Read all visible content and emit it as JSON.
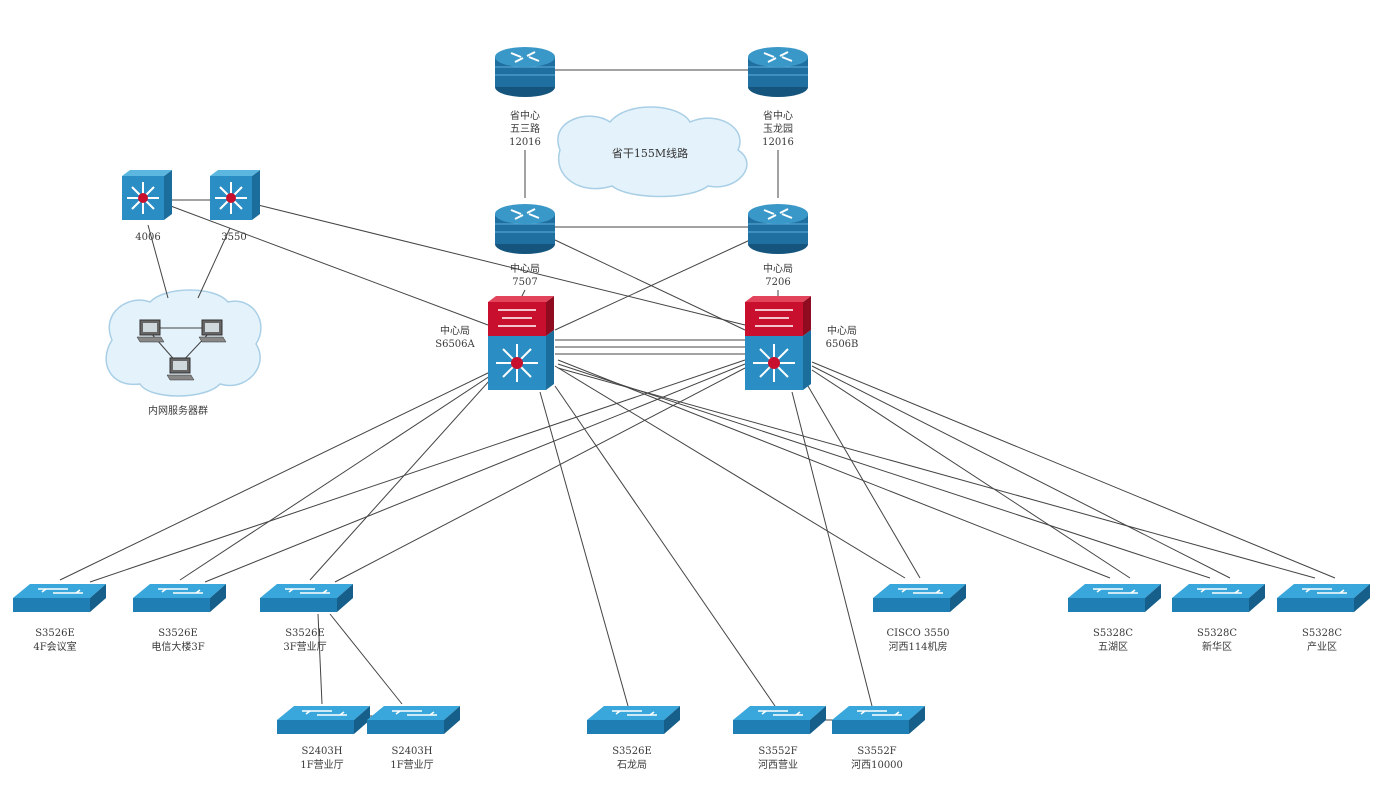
{
  "cloud_backbone": {
    "label": "省干155M线路"
  },
  "cloud_lan": {
    "label": "内网服务器群"
  },
  "colors": {
    "router_body": "#1f6fa0",
    "router_top": "#3a98c8",
    "switch_top": "#2d9bd1",
    "switch_side": "#1b6e9b",
    "core_red": "#c8102e",
    "core_blue": "#2a8ec4",
    "cloud_fill": "#e4f2fb",
    "cloud_stroke": "#a9cfe6",
    "link": "#444444"
  },
  "nodes": {
    "r_top_left": {
      "icon": "router-icon",
      "lines": [
        "省中心",
        "五三路",
        "12016"
      ]
    },
    "r_top_right": {
      "icon": "router-icon",
      "lines": [
        "省中心",
        "玉龙园",
        "12016"
      ]
    },
    "r_mid_left": {
      "icon": "router-icon",
      "lines": [
        "中心局",
        "7507"
      ]
    },
    "r_mid_right": {
      "icon": "router-icon",
      "lines": [
        "中心局",
        "7206"
      ]
    },
    "core_a": {
      "icon": "core-switch-icon",
      "lines": [
        "中心局",
        "S6506A"
      ]
    },
    "core_b": {
      "icon": "core-switch-icon",
      "lines": [
        "中心局",
        "6506B"
      ]
    },
    "l3_left": {
      "icon": "l3-switch-icon",
      "lines": [
        "4006"
      ]
    },
    "l3_right": {
      "icon": "l3-switch-icon",
      "lines": [
        "3550"
      ]
    },
    "sw_4f": {
      "icon": "switch-icon",
      "lines": [
        "S3526E",
        "4F会议室"
      ]
    },
    "sw_3f_bldg": {
      "icon": "switch-icon",
      "lines": [
        "S3526E",
        "电信大楼3F"
      ]
    },
    "sw_3f_room": {
      "icon": "switch-icon",
      "lines": [
        "S3526E",
        "3F营业厅"
      ]
    },
    "sw_cisco": {
      "icon": "switch-icon",
      "lines": [
        "CISCO 3550",
        "河西114机房"
      ]
    },
    "sw_east": {
      "icon": "switch-icon",
      "lines": [
        "S5328C",
        "五湖区"
      ]
    },
    "sw_north": {
      "icon": "switch-icon",
      "lines": [
        "S5328C",
        "新华区"
      ]
    },
    "sw_south": {
      "icon": "switch-icon",
      "lines": [
        "S5328C",
        "产业区"
      ]
    },
    "sw_2403_a": {
      "icon": "switch-icon",
      "lines": [
        "S2403H",
        "1F营业厅"
      ]
    },
    "sw_2403_b": {
      "icon": "switch-icon",
      "lines": [
        "S2403H",
        "1F营业厅"
      ]
    },
    "sw_stone": {
      "icon": "switch-icon",
      "lines": [
        "S3526E",
        "石龙局"
      ]
    },
    "sw_hexi_a": {
      "icon": "switch-icon",
      "lines": [
        "S3552F",
        "河西营业"
      ]
    },
    "sw_hexi_b": {
      "icon": "switch-icon",
      "lines": [
        "S3552F",
        "河西10000"
      ]
    }
  }
}
